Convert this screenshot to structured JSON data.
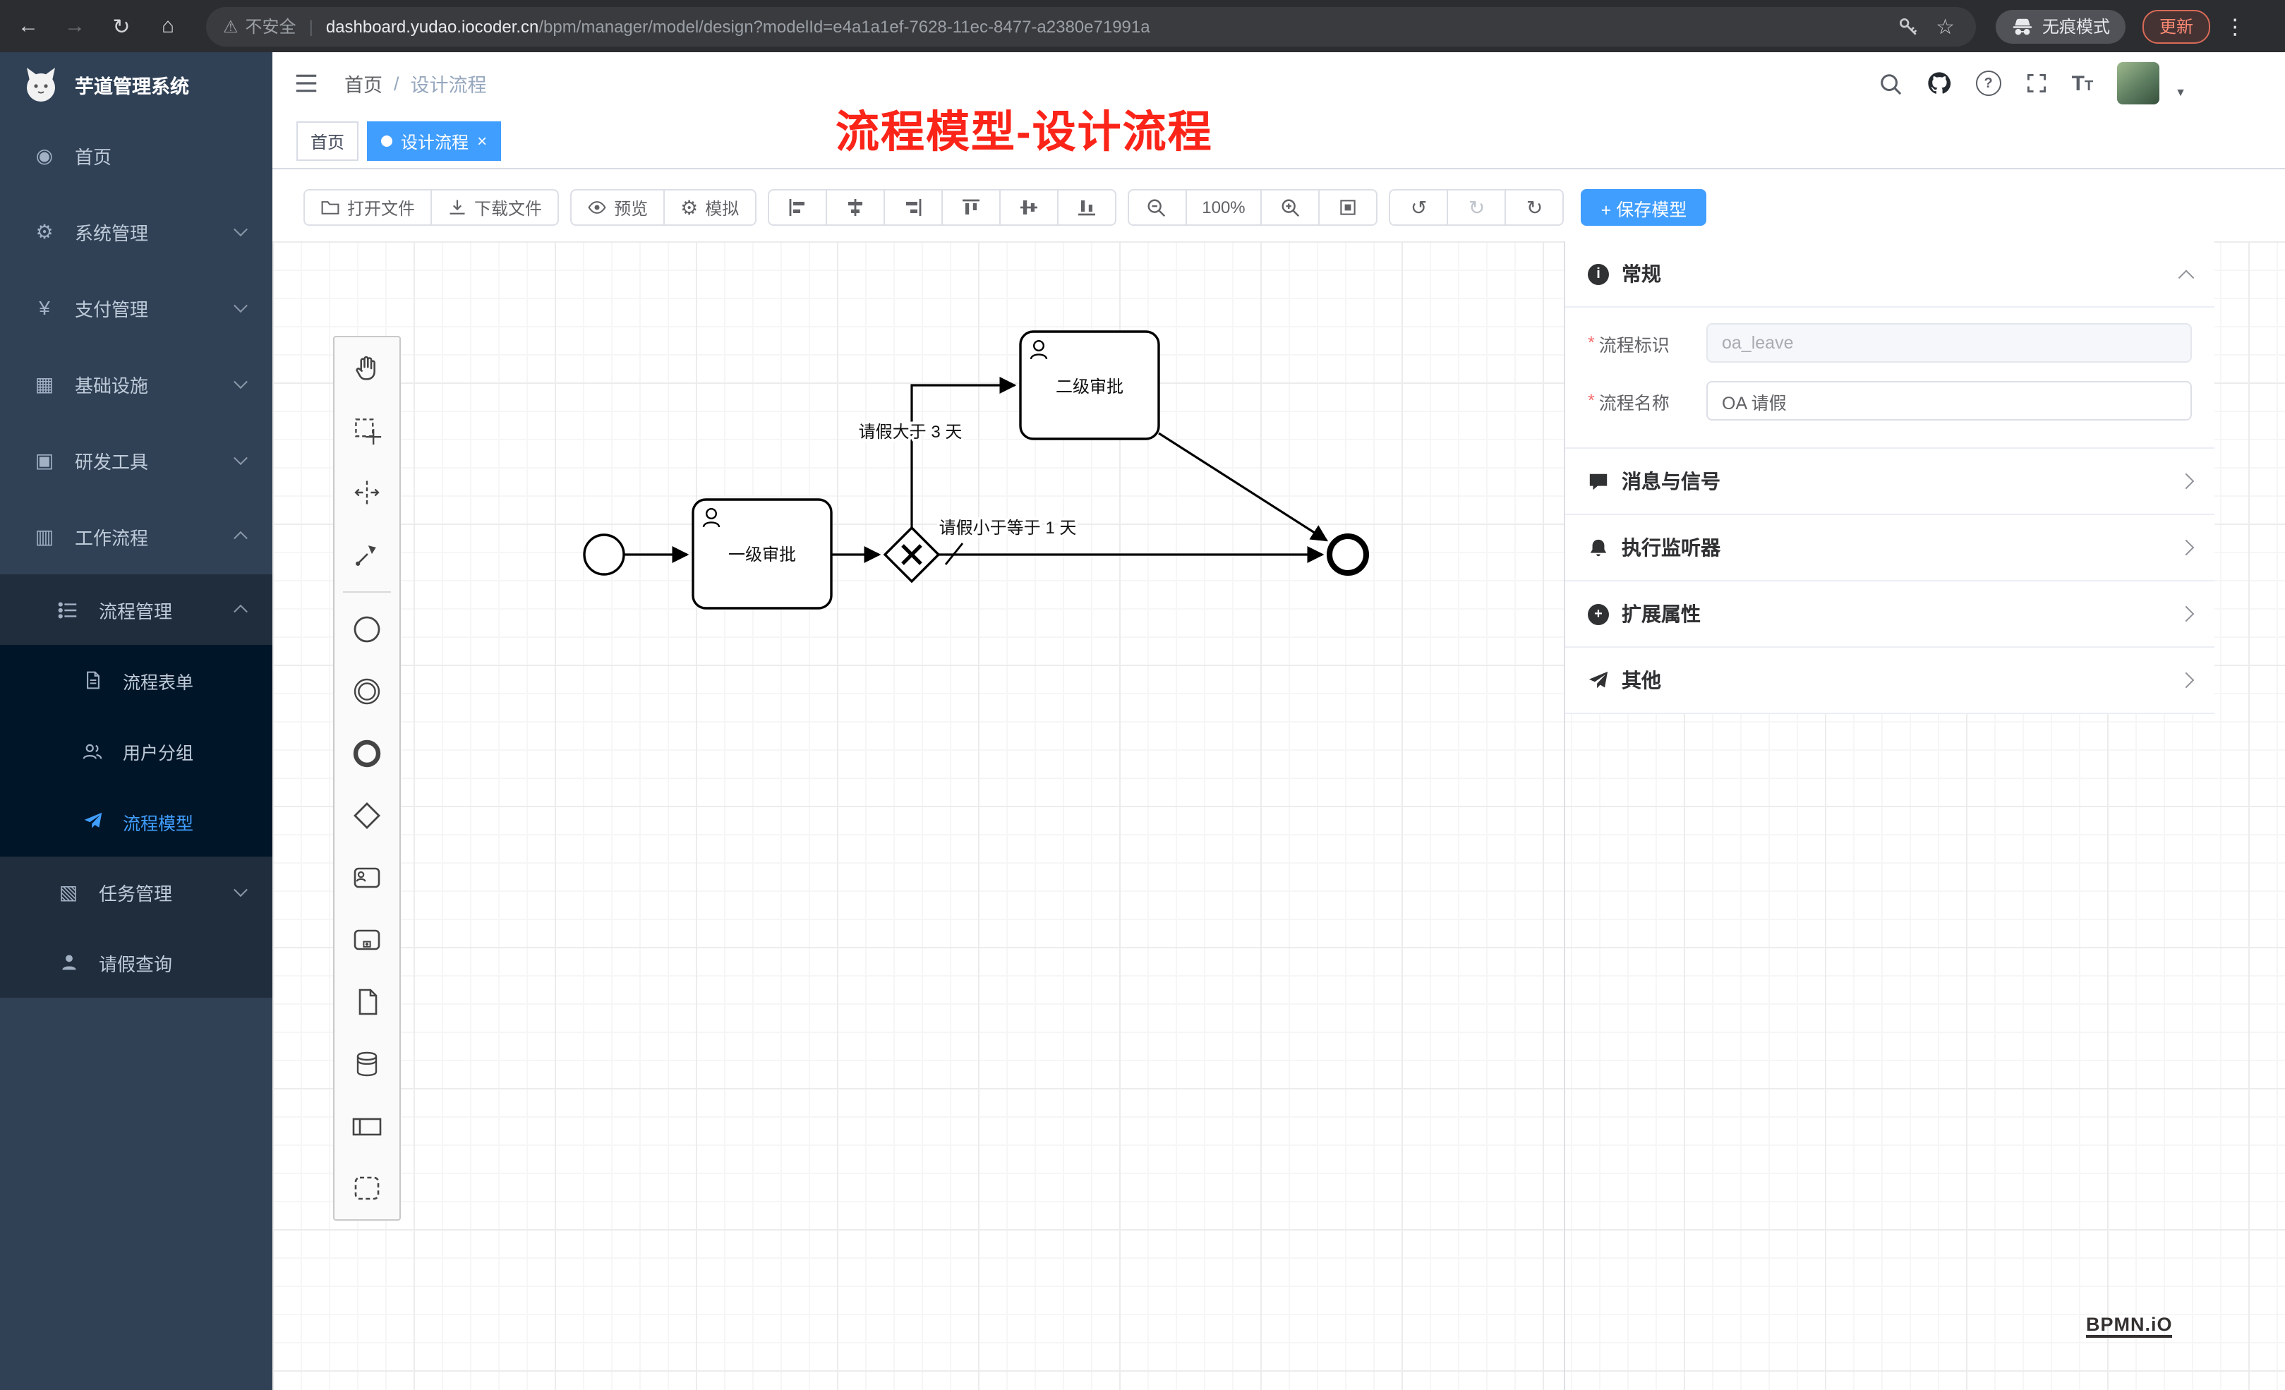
{
  "browser": {
    "security": "不安全",
    "url_domain": "dashboard.yudao.iocoder.cn",
    "url_path": "/bpm/manager/model/design?modelId=e4a1a1ef-7628-11ec-8477-a2380e71991a",
    "incognito": "无痕模式",
    "update": "更新"
  },
  "glyphs": {
    "back": "←",
    "forward": "→",
    "reload": "↻",
    "home": "⌂",
    "warning": "⚠",
    "divider": "|",
    "star": "☆",
    "menu_dots": "⋮",
    "gear": "⚙",
    "yen": "¥",
    "dashboard": "◉",
    "infra": "▦",
    "tools": "▣",
    "workflow": "▥",
    "tasks": "▧",
    "undo": "↺",
    "redo": "↻",
    "refresh": "↻",
    "caret": "▼",
    "question": "?",
    "info": "i",
    "plus": "+",
    "font_large": "T",
    "font_small": "T"
  },
  "sidebar": {
    "title": "芋道管理系统",
    "items": [
      {
        "label": "首页"
      },
      {
        "label": "系统管理"
      },
      {
        "label": "支付管理"
      },
      {
        "label": "基础设施"
      },
      {
        "label": "研发工具"
      },
      {
        "label": "工作流程"
      },
      {
        "label": "流程管理"
      },
      {
        "label": "流程表单"
      },
      {
        "label": "用户分组"
      },
      {
        "label": "流程模型"
      },
      {
        "label": "任务管理"
      },
      {
        "label": "请假查询"
      }
    ]
  },
  "appbar": {
    "breadcrumb": [
      "首页",
      "设计流程"
    ],
    "separator": "/"
  },
  "tabs": {
    "home": "首页",
    "active": "设计流程",
    "close": "×"
  },
  "annotation": "流程模型-设计流程",
  "toolbar": {
    "open": "打开文件",
    "download": "下载文件",
    "preview": "预览",
    "simulate": "模拟",
    "zoom_level": "100%",
    "save": "+ 保存模型"
  },
  "diagram": {
    "task1": "一级审批",
    "task2": "二级审批",
    "flow_condition_up": "请假大于 3 天",
    "flow_condition_right": "请假小于等于 1 天"
  },
  "panel": {
    "sections": {
      "general": "常规",
      "message_signal": "消息与信号",
      "execution_listener": "执行监听器",
      "extended_attrs": "扩展属性",
      "other": "其他"
    },
    "required_mark": "*",
    "process_key_label": "流程标识",
    "process_key_value": "oa_leave",
    "process_name_label": "流程名称",
    "process_name_value": "OA 请假"
  },
  "watermark": "BPMN.iO"
}
